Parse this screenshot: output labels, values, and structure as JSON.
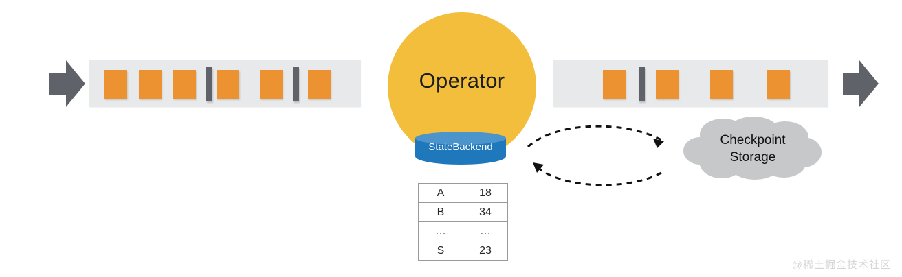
{
  "diagram": {
    "title": "Flink operator checkpointing diagram",
    "colors": {
      "record": "#ED9231",
      "barrier": "#5F6369",
      "stream_bar": "#E8E9EA",
      "operator": "#F2BE3C",
      "state_backend": "#1F77BC",
      "cloud": "#C6C8CA"
    },
    "input_stream": {
      "name": "input-stream",
      "arrow_label": "inflow-arrow",
      "items": [
        {
          "type": "record"
        },
        {
          "type": "record"
        },
        {
          "type": "record"
        },
        {
          "type": "barrier"
        },
        {
          "type": "record"
        },
        {
          "type": "record"
        },
        {
          "type": "barrier"
        },
        {
          "type": "record"
        }
      ]
    },
    "output_stream": {
      "name": "output-stream",
      "arrow_label": "outflow-arrow",
      "items": [
        {
          "type": "record"
        },
        {
          "type": "barrier"
        },
        {
          "type": "record"
        },
        {
          "type": "record"
        },
        {
          "type": "record"
        }
      ]
    },
    "operator": {
      "label": "Operator"
    },
    "state_backend": {
      "label": "StateBackend"
    },
    "state_table": {
      "rows": [
        {
          "key": "A",
          "value": "18"
        },
        {
          "key": "B",
          "value": "34"
        },
        {
          "key": "…",
          "value": "…"
        },
        {
          "key": "S",
          "value": "23"
        }
      ]
    },
    "checkpoint_storage": {
      "label_line1": "Checkpoint",
      "label_line2": "Storage"
    },
    "exchange": {
      "write_arrow": "write-to-checkpoint-storage",
      "restore_arrow": "restore-from-checkpoint-storage"
    },
    "watermark": "@稀土掘金技术社区"
  }
}
